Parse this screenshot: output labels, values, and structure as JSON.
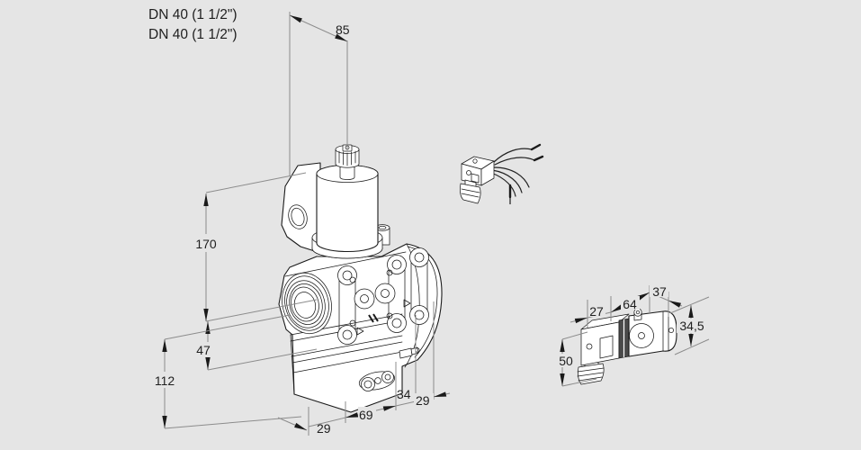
{
  "labels": {
    "port_label_top": "DN 40 (1 1/2\")",
    "port_label_bottom": "DN 40 (1 1/2\")"
  },
  "valve_dimensions": {
    "width_top": "85",
    "height_bracket_to_axis": "170",
    "height_axis_to_regulator": "47",
    "height_axis_to_bottom": "112",
    "depth_bottom": "29",
    "width_bottom": "69",
    "offset_nipple": "34",
    "offset_flange": "29"
  },
  "coil_dimensions": {
    "connector_width": "27",
    "coil_length": "64",
    "coil_width": "37",
    "coil_height": "34,5",
    "connector_height": "50"
  },
  "colors": {
    "background": "#e5e5e5",
    "part_outline": "#1a1a1a",
    "dimension_line": "#8c8c8c",
    "text": "#1f1f1f"
  }
}
